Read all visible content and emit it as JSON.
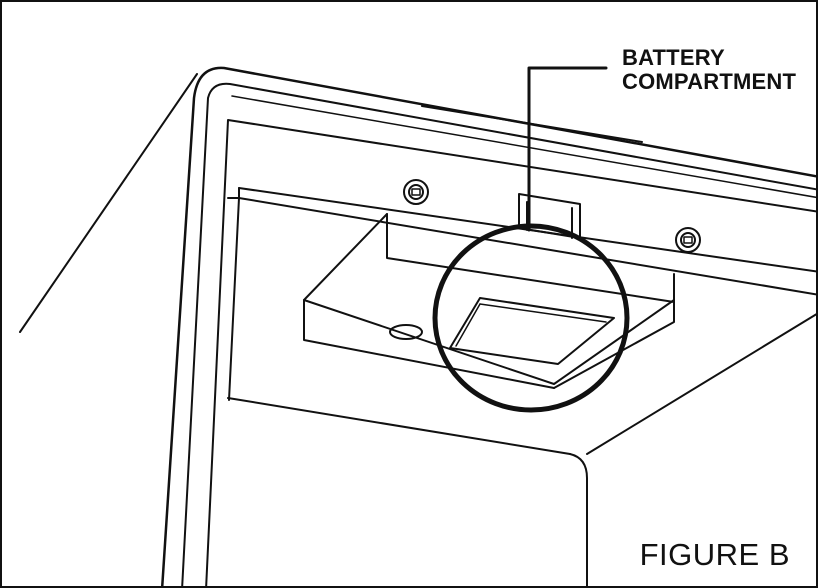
{
  "callout": {
    "line1": "BATTERY",
    "line2": "COMPARTMENT"
  },
  "figure": {
    "label": "FIGURE B"
  },
  "icons": {
    "screws": [
      "screw-icon",
      "screw-icon"
    ],
    "compartment": "battery-compartment-icon"
  },
  "colors": {
    "line": "#111111",
    "background": "#ffffff"
  }
}
